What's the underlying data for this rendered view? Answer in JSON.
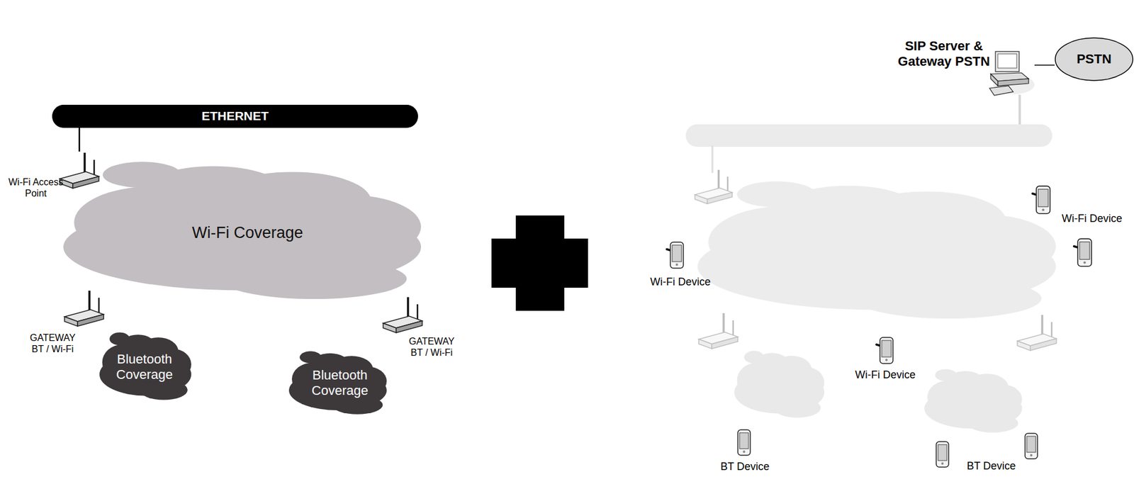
{
  "diagram": {
    "nodes": [
      {
        "text": [
          "ETHERNET"
        ]
      },
      {
        "text": [
          "Wi-Fi Access Point"
        ]
      },
      {
        "text": [
          "Wi-Fi Coverage"
        ]
      },
      {
        "text": [
          "GATEWAY BT / Wi-Fi"
        ]
      },
      {
        "text": [
          "Bluetooth Coverage"
        ]
      },
      {
        "text": [
          "GATEWAY BT / Wi-Fi"
        ]
      },
      {
        "text": [
          "Bluetooth Coverage"
        ]
      },
      {
        "text": [
          "SIP Server & Gateway PSTN"
        ]
      },
      {
        "text": [
          "PSTN"
        ]
      }
    ],
    "edges": [
      {
        "from": 0,
        "to": 1,
        "arrow": "none"
      },
      {
        "from": 7,
        "to": 8,
        "arrow": "none"
      }
    ],
    "labels": [
      "Wi-Fi Device",
      "Wi-Fi Device",
      "Wi-Fi Device",
      "BT Device",
      "BT Device"
    ]
  }
}
